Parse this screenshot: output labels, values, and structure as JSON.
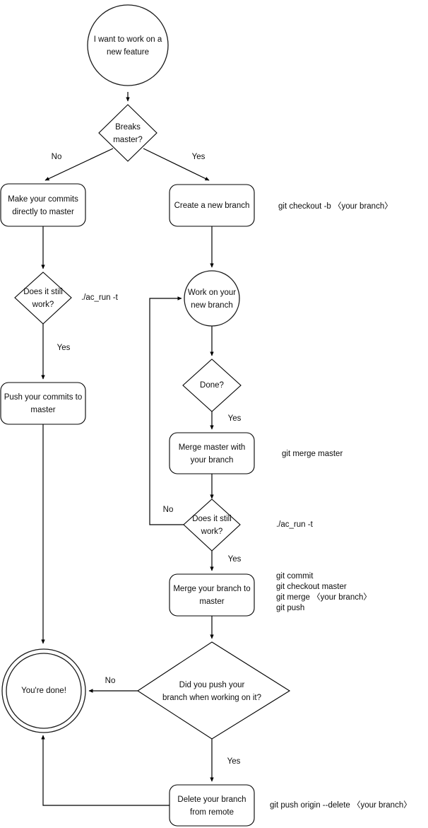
{
  "diagram": {
    "title": "Git branching workflow flowchart",
    "colors": {
      "background": "#ffffff",
      "stroke": "#000000",
      "text": "#0d0d0d"
    },
    "nodes": {
      "start": {
        "shape": "circle",
        "line1": "I want to work on a",
        "line2": "new feature"
      },
      "breaks_master": {
        "shape": "diamond",
        "line1": "Breaks",
        "line2": "master?"
      },
      "make_commits": {
        "shape": "rounded-rect",
        "line1": "Make your commits",
        "line2": "directly to master"
      },
      "create_branch": {
        "shape": "rounded-rect",
        "line1": "Create a new branch",
        "line2": ""
      },
      "still_work_left": {
        "shape": "diamond",
        "line1": "Does it still",
        "line2": "work?"
      },
      "push_commits": {
        "shape": "rounded-rect",
        "line1": "Push your commits to",
        "line2": "master"
      },
      "work_branch": {
        "shape": "circle",
        "line1": "Work on your",
        "line2": "new branch"
      },
      "done_q": {
        "shape": "diamond",
        "line1": "Done?",
        "line2": ""
      },
      "merge_master": {
        "shape": "rounded-rect",
        "line1": "Merge master with",
        "line2": "your branch"
      },
      "still_work_mid": {
        "shape": "diamond",
        "line1": "Does it still",
        "line2": "work?"
      },
      "merge_branch": {
        "shape": "rounded-rect",
        "line1": "Merge your branch to",
        "line2": "master"
      },
      "did_push": {
        "shape": "diamond",
        "line1": "Did you push your",
        "line2": "branch when working on it?"
      },
      "delete_branch": {
        "shape": "rounded-rect",
        "line1": "Delete your branch",
        "line2": "from remote"
      },
      "youre_done": {
        "shape": "double-circle",
        "line1": "You're done!",
        "line2": ""
      }
    },
    "edge_labels": {
      "breaks_no": "No",
      "breaks_yes": "Yes",
      "still_work_left_yes": "Yes",
      "done_yes": "Yes",
      "still_work_mid_no": "No",
      "still_work_mid_yes": "Yes",
      "did_push_no": "No",
      "did_push_yes": "Yes"
    },
    "annotations": {
      "checkout": "git checkout -b 〈your branch〉",
      "ac_run_left": "./ac_run -t",
      "merge_master_cmd": "git merge master",
      "ac_run_mid": "./ac_run -t",
      "merge_cmds_1": "git commit",
      "merge_cmds_2": "git checkout master",
      "merge_cmds_3": "git merge 〈your branch〉",
      "merge_cmds_4": "git push",
      "delete_cmd": "git push origin --delete 〈your branch〉"
    }
  }
}
